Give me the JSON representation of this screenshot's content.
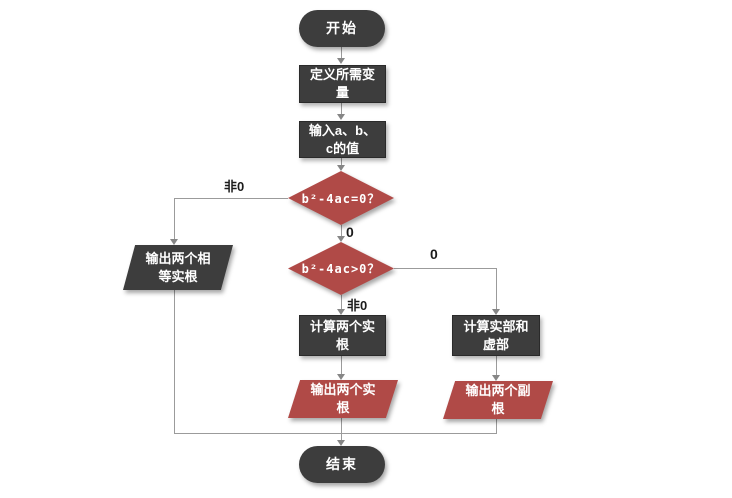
{
  "colors": {
    "process_fill": "#3d3d3d",
    "decision_fill": "#b04a47",
    "connector": "#9b9b9b",
    "shape_text": "#ffffff",
    "label_text": "#1c1c1c",
    "background": "#ffffff"
  },
  "nodes": {
    "start": {
      "type": "terminator",
      "label": "开始"
    },
    "define_variables": {
      "type": "process",
      "label": "定义所需变\n量"
    },
    "input_values": {
      "type": "process",
      "label": "输入a、b、\nc的值"
    },
    "check_equal_zero": {
      "type": "decision",
      "label": "b²-4ac=0？"
    },
    "output_equal_roots": {
      "type": "io",
      "label": "输出两个相\n等实根"
    },
    "check_greater_zero": {
      "type": "decision",
      "label": "b²-4ac>0？"
    },
    "calc_two_real_roots": {
      "type": "process",
      "label": "计算两个实\n根"
    },
    "calc_real_imag_parts": {
      "type": "process",
      "label": "计算实部和\n虚部"
    },
    "output_two_real_roots": {
      "type": "io",
      "label": "输出两个实\n根"
    },
    "output_two_sub_roots": {
      "type": "io",
      "label": "输出两个副\n根"
    },
    "end": {
      "type": "terminator",
      "label": "结束"
    }
  },
  "edge_labels": {
    "d1_nonzero": "非0",
    "d1_zero": "0",
    "d2_zero": "0",
    "d2_nonzero": "非0"
  }
}
